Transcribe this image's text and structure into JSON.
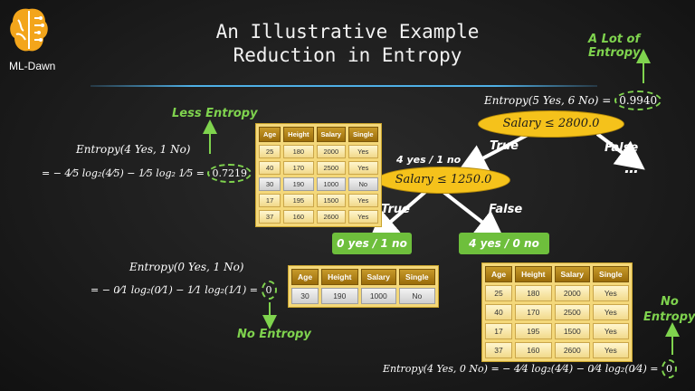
{
  "brand": {
    "name": "ML-Dawn"
  },
  "title": {
    "line1": "An Illustrative Example",
    "line2": "Reduction in Entropy"
  },
  "labels": {
    "lot_of_entropy": "A Lot of Entropy",
    "less_entropy": "Less Entropy",
    "no_entropy_left": "No Entropy",
    "no_entropy_right_1": "No",
    "no_entropy_right_2": "Entropy"
  },
  "formulas": {
    "root": {
      "text": "Entropy(5 Yes, 6 No) =",
      "value": "0.9940"
    },
    "left": {
      "head": "Entropy(4 Yes, 1 No)",
      "expr": "= − 4⁄5 log₂(4⁄5) − 1⁄5 log₂ 1⁄5 =",
      "value": "0.7219"
    },
    "mid": {
      "head": "Entropy(0 Yes, 1 No)",
      "expr": "= − 0⁄1 log₂(0⁄1) − 1⁄1 log₂(1⁄1) =",
      "value": "0"
    },
    "bottom": {
      "text": "Entropy(4 Yes, 0 No) = − 4⁄4 log₂(4⁄4) − 0⁄4 log₂(0⁄4) =",
      "value": "0"
    }
  },
  "tree": {
    "root_node": "Salary ≤ 2800.0",
    "root_true": "True",
    "root_false": "False",
    "root_more": "…",
    "child_caption": "4 yes / 1 no",
    "child_node": "Salary ≤ 1250.0",
    "child_true": "True",
    "child_false": "False",
    "leaf_left": "0 yes / 1 no",
    "leaf_right": "4 yes / 0 no"
  },
  "tables": {
    "headers": [
      "Age",
      "Height",
      "Salary",
      "Single"
    ],
    "top": [
      [
        "25",
        "180",
        "2000",
        "Yes"
      ],
      [
        "40",
        "170",
        "2500",
        "Yes"
      ],
      [
        "30",
        "190",
        "1000",
        "No"
      ],
      [
        "17",
        "195",
        "1500",
        "Yes"
      ],
      [
        "37",
        "160",
        "2600",
        "Yes"
      ]
    ],
    "mid": [
      [
        "30",
        "190",
        "1000",
        "No"
      ]
    ],
    "right": [
      [
        "25",
        "180",
        "2000",
        "Yes"
      ],
      [
        "40",
        "170",
        "2500",
        "Yes"
      ],
      [
        "17",
        "195",
        "1500",
        "Yes"
      ],
      [
        "37",
        "160",
        "2600",
        "Yes"
      ]
    ]
  },
  "colors": {
    "accent_green": "#7fd34e",
    "node_yellow": "#f5c21b",
    "leaf_green": "#6ebf3c",
    "divider_blue": "#4fb0e6"
  }
}
